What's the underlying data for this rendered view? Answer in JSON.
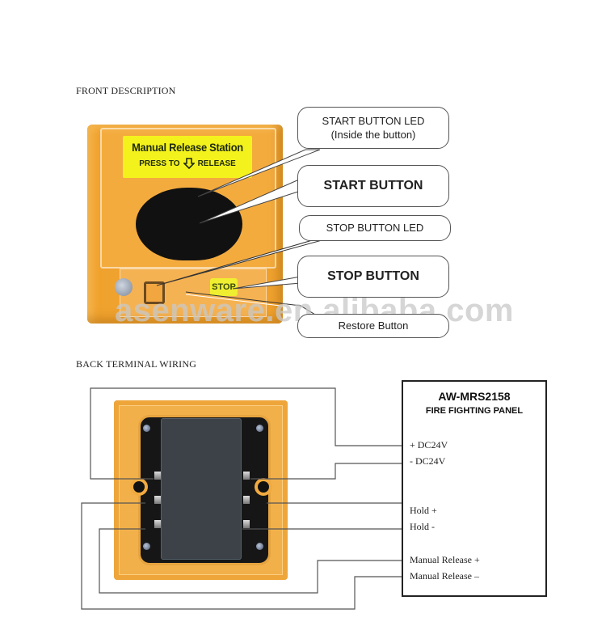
{
  "sections": {
    "front_title": "FRONT DESCRIPTION",
    "back_title": "BACK TERMINAL WIRING"
  },
  "front_device": {
    "label_title": "Manual Release Station",
    "label_press": "PRESS TO",
    "label_release": "RELEASE",
    "stop_label": "STOP",
    "body_color": "#f0a22e",
    "label_color": "#f4f21c"
  },
  "callouts": [
    {
      "id": "start-led",
      "line1": "START BUTTON LED",
      "line2": "(Inside the button)",
      "bold": false
    },
    {
      "id": "start-button",
      "line1": "START BUTTON",
      "bold": true
    },
    {
      "id": "stop-led",
      "line1": "STOP BUTTON LED",
      "bold": false
    },
    {
      "id": "stop-button",
      "line1": "STOP BUTTON",
      "bold": true
    },
    {
      "id": "restore-button",
      "line1": "Restore Button",
      "bold": false
    }
  ],
  "watermark": "asenware.en.alibaba.com",
  "panel": {
    "model": "AW-MRS2158",
    "name": "FIRE FIGHTING PANEL",
    "terminals": [
      {
        "label": "+ DC24V"
      },
      {
        "label": "- DC24V"
      },
      {
        "label": "Hold +"
      },
      {
        "label": "Hold -"
      },
      {
        "label": "Manual Release +"
      },
      {
        "label": "Manual Release –"
      }
    ]
  }
}
